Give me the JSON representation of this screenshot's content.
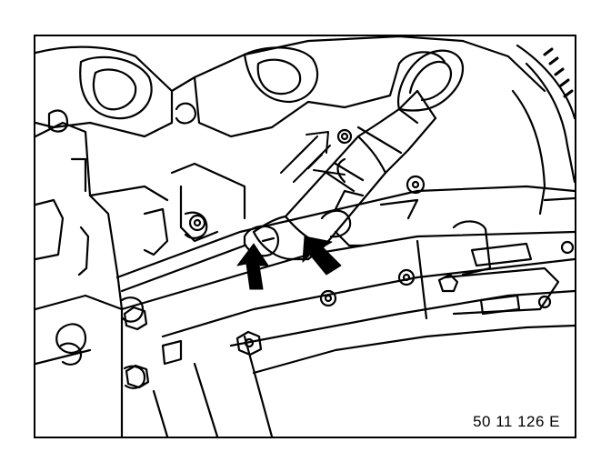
{
  "figure": {
    "code": "50 11 126 E",
    "line_color": "#000000",
    "background": "#ffffff"
  },
  "callouts": {
    "direction_arrow": "double-arrow-up-right",
    "pointer_arrows": [
      "arrow-left",
      "arrow-right"
    ]
  }
}
